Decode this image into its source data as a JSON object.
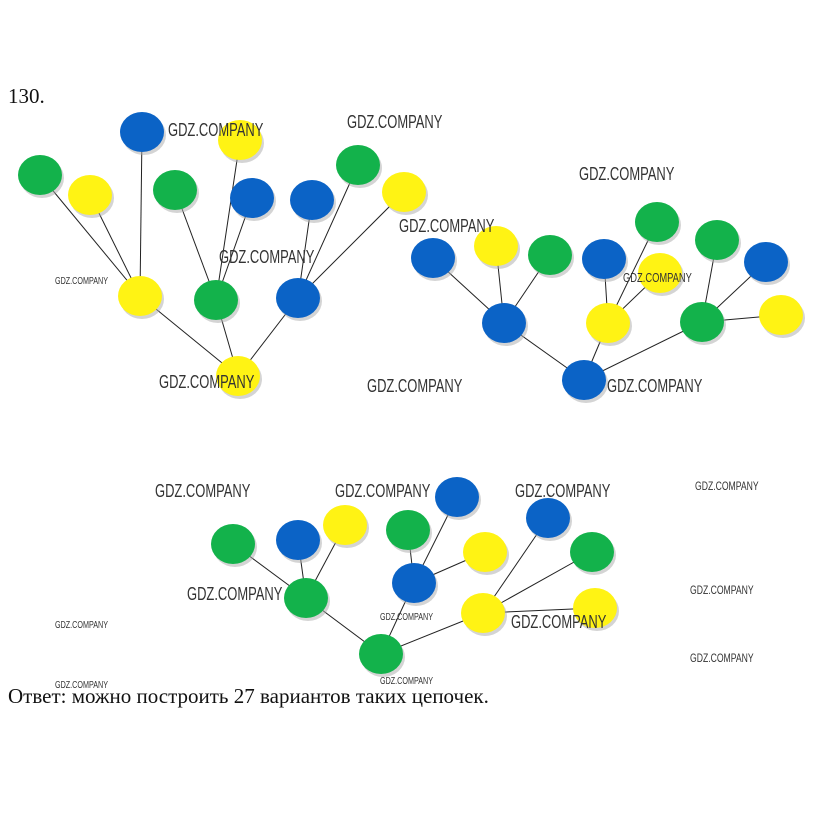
{
  "problem_number": "130.",
  "answer": "Ответ: можно построить 27 вариантов таких цепочек.",
  "colors": {
    "green": "#13b24b",
    "yellow": "#fff314",
    "blue": "#0b63c6"
  },
  "trees": [
    {
      "root": "yellow",
      "children": [
        {
          "color": "yellow",
          "children": [
            "green",
            "yellow",
            "blue"
          ]
        },
        {
          "color": "green",
          "children": [
            "green",
            "blue",
            "yellow"
          ]
        },
        {
          "color": "blue",
          "children": [
            "blue",
            "green",
            "yellow"
          ]
        }
      ]
    },
    {
      "root": "blue",
      "children": [
        {
          "color": "blue",
          "children": [
            "blue",
            "yellow",
            "green"
          ]
        },
        {
          "color": "yellow",
          "children": [
            "blue",
            "green",
            "yellow"
          ]
        },
        {
          "color": "green",
          "children": [
            "green",
            "blue",
            "yellow"
          ]
        }
      ]
    },
    {
      "root": "green",
      "children": [
        {
          "color": "green",
          "children": [
            "green",
            "blue",
            "yellow"
          ]
        },
        {
          "color": "blue",
          "children": [
            "green",
            "yellow",
            "blue"
          ]
        },
        {
          "color": "yellow",
          "children": [
            "blue",
            "green",
            "yellow"
          ]
        }
      ]
    }
  ],
  "watermark": "GDZ.COMPANY"
}
